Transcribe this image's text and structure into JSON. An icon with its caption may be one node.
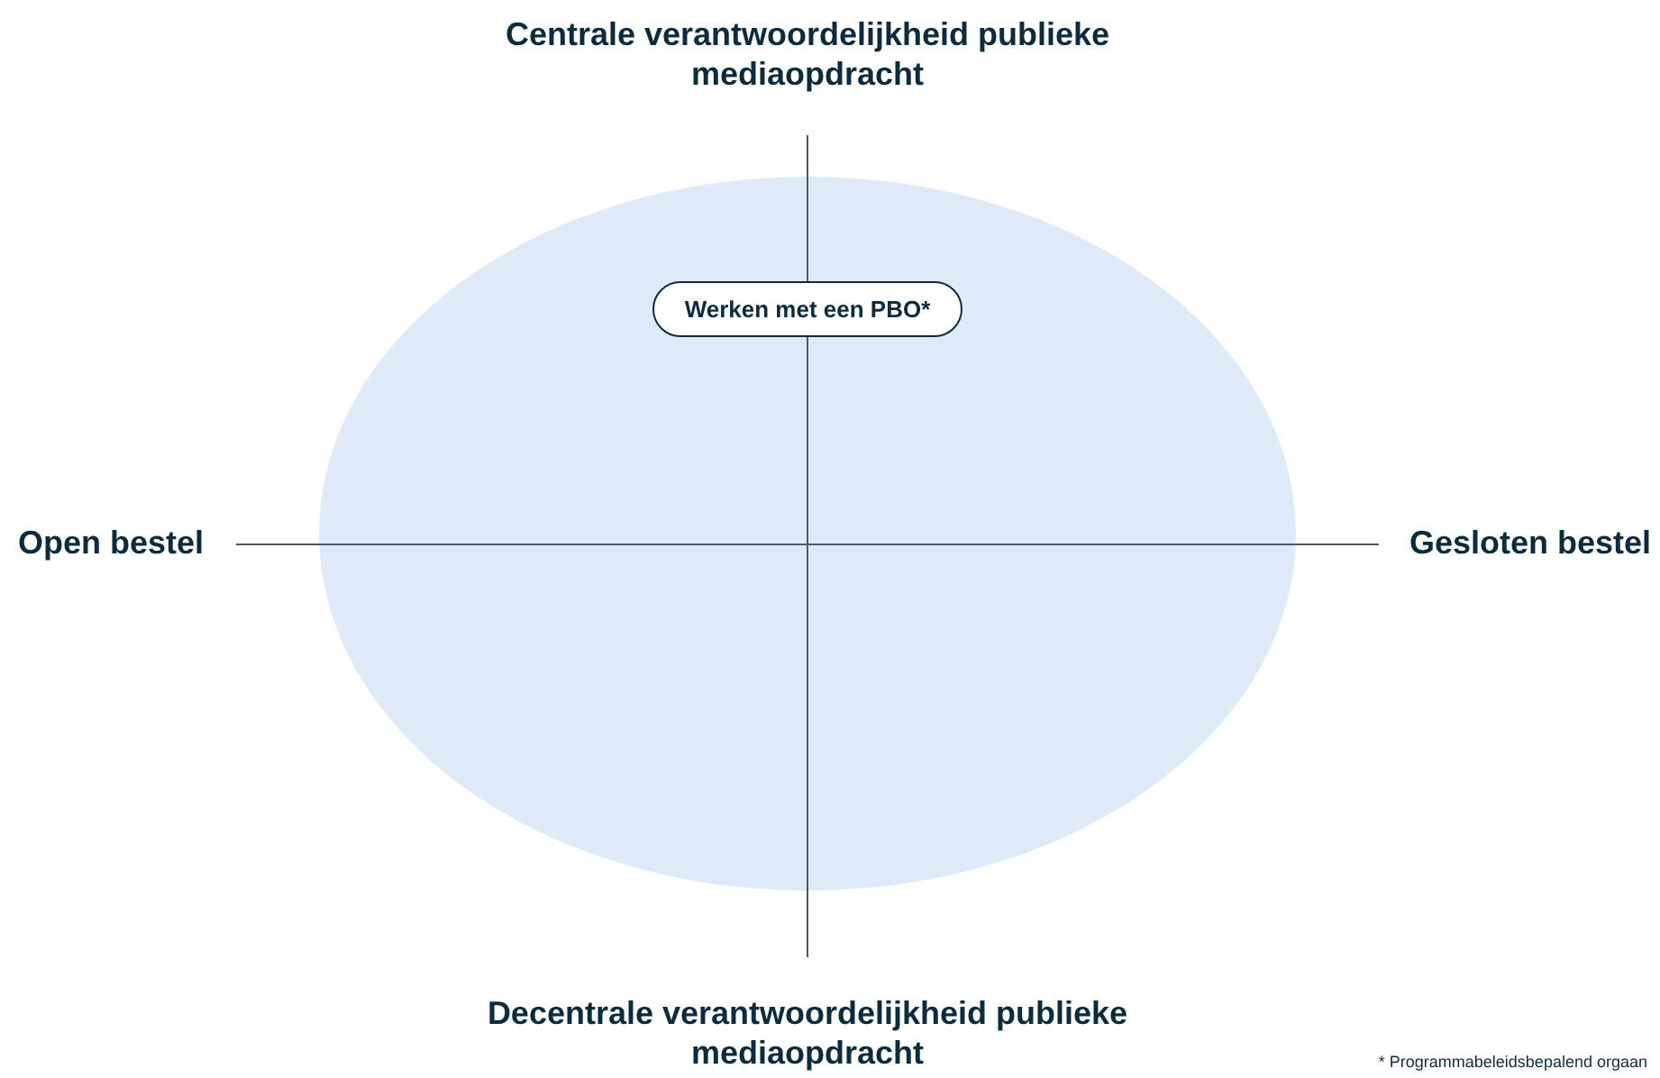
{
  "diagram": {
    "nodes": [
      {
        "text": [
          "Werken met een PBO*"
        ]
      }
    ],
    "labels": [
      "Centrale verantwoordelijkheid publieke mediaopdracht",
      "Open bestel",
      "Gesloten bestel",
      "Decentrale verantwoordelijkheid publieke mediaopdracht",
      "* Programmabeleidsbepalend orgaan"
    ]
  }
}
